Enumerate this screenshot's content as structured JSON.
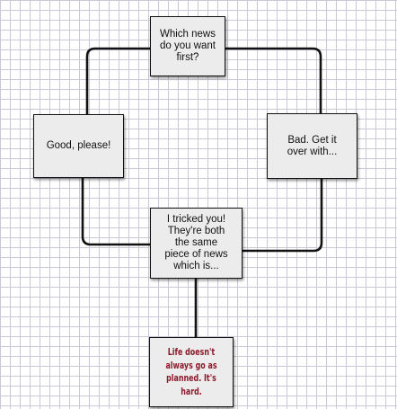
{
  "diagram": {
    "nodes": {
      "question": {
        "lines": [
          "Which news",
          "do you want",
          "first?"
        ]
      },
      "good": {
        "lines": [
          "Good, please!"
        ]
      },
      "bad": {
        "lines": [
          "Bad. Get it",
          "over with..."
        ]
      },
      "trick": {
        "lines": [
          "I tricked you!",
          "They're both",
          "the same",
          "piece of news",
          "which is..."
        ]
      },
      "answer": {
        "lines": [
          "Life doesn't",
          "always go as",
          "planned. It's",
          "hard."
        ],
        "text_color": "#8b1a2b"
      }
    },
    "colors": {
      "connector": "#111111",
      "node_fill": "#ececec",
      "grid": "#c9c9d6"
    }
  }
}
